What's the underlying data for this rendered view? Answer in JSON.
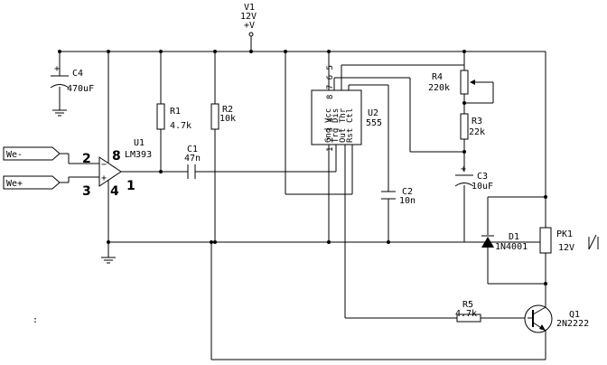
{
  "supply": {
    "name": "V1",
    "voltage": "12V",
    "rail": "+V"
  },
  "inputs": {
    "minus_label": "We-",
    "plus_label": "We+"
  },
  "components": {
    "c4": {
      "ref": "C4",
      "value": "470uF"
    },
    "r1": {
      "ref": "R1",
      "value": "4.7k"
    },
    "r2": {
      "ref": "R2",
      "value": "10k"
    },
    "c1": {
      "ref": "C1",
      "value": "47n"
    },
    "u1": {
      "ref": "U1",
      "part": "LM393",
      "pins": {
        "inv": "2",
        "noninv": "3",
        "vcc": "8",
        "gnd": "4",
        "out": "1"
      }
    },
    "u2": {
      "ref": "U2",
      "part": "555",
      "pins_top": [
        "Vcc",
        "Dis",
        "Thr",
        "Ctl"
      ],
      "pins_bottom": [
        "Gnd",
        "Trg",
        "Out",
        "Rst"
      ],
      "pin_numbers_top": "8 7 6 5",
      "pin_numbers_bottom": "1 2 3 4"
    },
    "c2": {
      "ref": "C2",
      "value": "10n"
    },
    "r4": {
      "ref": "R4",
      "value": "220k"
    },
    "r3": {
      "ref": "R3",
      "value": "22k"
    },
    "c3": {
      "ref": "C3",
      "value": "10uF"
    },
    "d1": {
      "ref": "D1",
      "value": "1N4001"
    },
    "pk1": {
      "ref": "PK1",
      "value": "12V"
    },
    "r5": {
      "ref": "R5",
      "value": "4.7k"
    },
    "q1": {
      "ref": "Q1",
      "value": "2N2222"
    }
  },
  "polarity_marks": {
    "c4": "+",
    "c3": "+",
    "u1_minus": "−",
    "u1_plus": "+"
  },
  "stray_mark": ":"
}
